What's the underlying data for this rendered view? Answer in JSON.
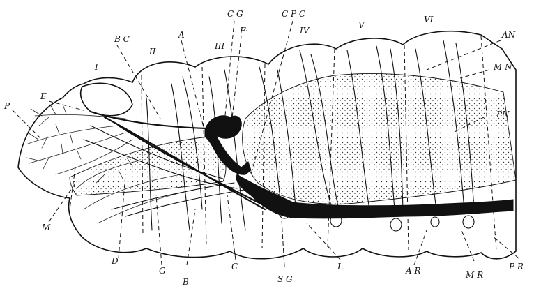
{
  "segment_labels": [
    "I",
    "II",
    "III",
    "IV",
    "V",
    "VI"
  ],
  "part_labels": {
    "p": "P",
    "e": "E",
    "bc": "B C",
    "a": "A",
    "cg": "C G",
    "f": "F·",
    "cpc": "C P C",
    "an": "AN",
    "mn": "M N",
    "pn": "PN",
    "m": "M",
    "d": "D",
    "g": "G",
    "b": "B",
    "c": "C",
    "sg": "S G",
    "l": "L",
    "ar": "A R",
    "mr": "M R",
    "pr": "P R"
  }
}
